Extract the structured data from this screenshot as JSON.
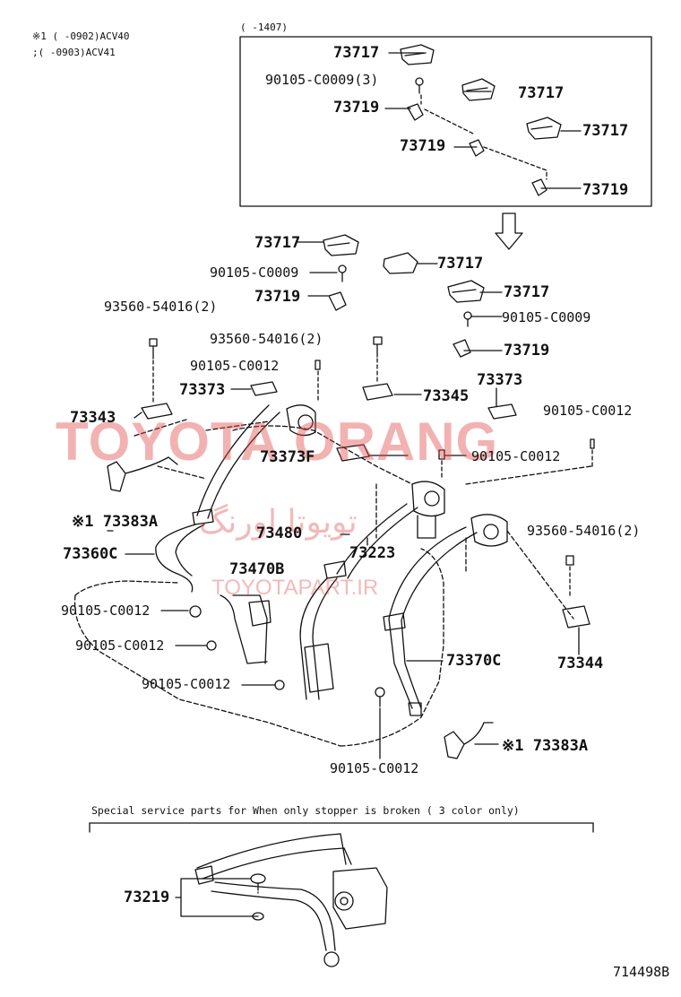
{
  "notes": {
    "line1": "※1 (    -0902)ACV40",
    "line2": "  ;(    -0903)ACV41",
    "inset_header": "(    -1407)",
    "special_service": "Special service parts for When only stopper is broken ( 3 color only)"
  },
  "inset_labels": {
    "l_73717_a": "73717",
    "l_90105_c0009_3": "90105-C0009(3)",
    "l_73719_a": "73719",
    "l_73717_b": "73717",
    "l_73717_c": "73717",
    "l_73719_b": "73719",
    "l_73719_c": "73719"
  },
  "main_labels": {
    "l_73717_d": "73717",
    "l_90105_c0009_a": "90105-C0009",
    "l_73717_e": "73717",
    "l_73719_d": "73719",
    "l_73717_f": "73717",
    "l_93560_a": "93560-54016(2)",
    "l_90105_c0009_b": "90105-C0009",
    "l_93560_b": "93560-54016(2)",
    "l_73719_e": "73719",
    "l_90105_c0012_a": "90105-C0012",
    "l_73373_a": "73373",
    "l_73345": "73345",
    "l_73373_b": "73373",
    "l_73343": "73343",
    "l_90105_c0012_b": "90105-C0012",
    "l_73373f": "73373F",
    "l_90105_c0012_c": "90105-C0012",
    "l_73383a_a": "※1 73383A",
    "l_73360c": "73360C",
    "l_73480": "73480",
    "l_73223": "73223",
    "l_93560_c": "93560-54016(2)",
    "l_73470b": "73470B",
    "l_90105_c0012_d": "90105-C0012",
    "l_90105_c0012_e": "90105-C0012",
    "l_73344": "73344",
    "l_73370c": "73370C",
    "l_90105_c0012_f": "90105-C0012",
    "l_73383a_b": "※1 73383A",
    "l_90105_c0012_g": "90105-C0012",
    "l_73219": "73219",
    "l_714498b": "714498B"
  },
  "watermark": {
    "brand": "TOYOTA ORANG",
    "persian": "تویوتا اورنگ",
    "site": "TOYOTAPART.IR"
  },
  "colors": {
    "ink": "#111111",
    "watermark": "#e24a4a"
  }
}
